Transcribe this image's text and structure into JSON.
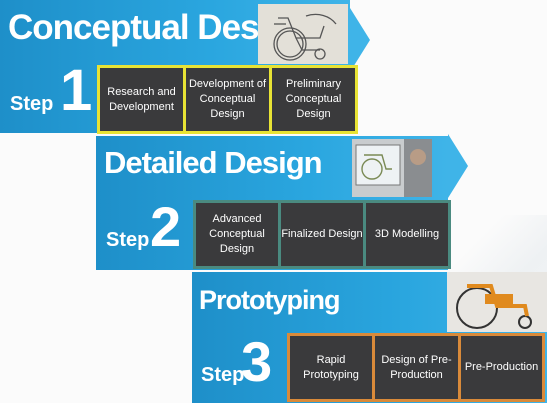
{
  "steps": [
    {
      "title": "Conceptual Design",
      "step_word": "Step",
      "number": "1",
      "boxes": [
        "Research and Development",
        "Development of Conceptual Design",
        "Preliminary Conceptual Design"
      ],
      "border_color": "#e8e335",
      "image": "wheelchair-sketch"
    },
    {
      "title": "Detailed Design",
      "step_word": "Step",
      "number": "2",
      "boxes": [
        "Advanced Conceptual Design",
        "Finalized Design",
        "3D Modelling"
      ],
      "border_color": "#4a8a80",
      "image": "cad-screen-photo"
    },
    {
      "title": "Prototyping",
      "step_word": "Step",
      "number": "3",
      "boxes": [
        "Rapid Prototyping",
        "Design of Pre-Production",
        "Pre-Production"
      ],
      "border_color": "#d98a3a",
      "image": "orange-wheelchair-photo"
    }
  ],
  "colors": {
    "band": "#2aa6df",
    "box": "#3a3a3c"
  }
}
